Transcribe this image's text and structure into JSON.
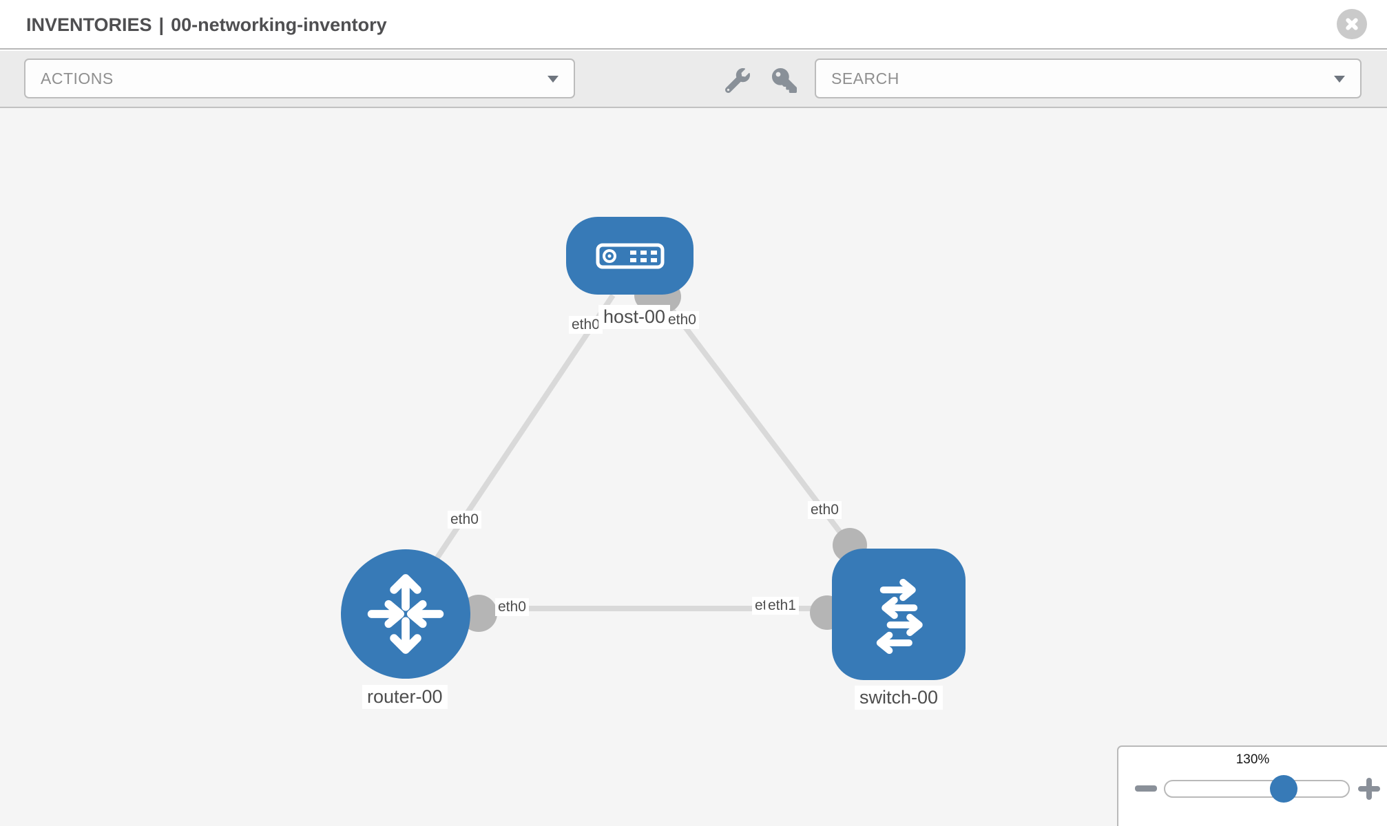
{
  "header": {
    "title_prefix": "INVENTORIES",
    "title_separator": "|",
    "title_name": "00-networking-inventory"
  },
  "toolbar": {
    "actions_label": "ACTIONS",
    "search_label": "SEARCH",
    "icons": [
      "wrench-icon",
      "key-icon"
    ]
  },
  "topology": {
    "nodes": [
      {
        "id": "host-00",
        "type": "host",
        "label": "host-00"
      },
      {
        "id": "router-00",
        "type": "router",
        "label": "router-00"
      },
      {
        "id": "switch-00",
        "type": "switch",
        "label": "switch-00"
      }
    ],
    "links": [
      {
        "from": "host-00",
        "to": "router-00",
        "from_if": "eth0",
        "to_if": "eth0"
      },
      {
        "from": "host-00",
        "to": "switch-00",
        "from_if": "eth0",
        "to_if": "eth0"
      },
      {
        "from": "router-00",
        "to": "switch-00",
        "from_if": "eth0",
        "to_if": "eth1",
        "to_if_hidden": "eth0"
      }
    ]
  },
  "zoom_control": {
    "level": "130%"
  },
  "colors": {
    "node_blue": "#377ab7",
    "link_gray": "#d9d9d9",
    "endpoint_gray": "#b5b5b5",
    "toolbar_gray": "#ebebeb",
    "canvas_gray": "#f5f5f5",
    "text_dark": "#4f4f51"
  }
}
